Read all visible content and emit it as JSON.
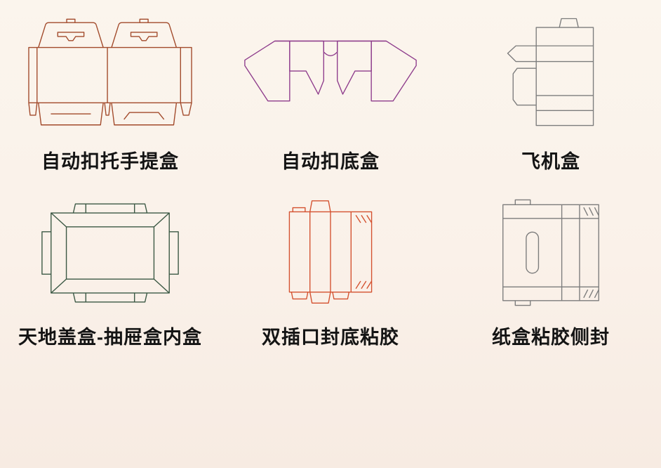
{
  "page": {
    "background_top": "#fbf5ed",
    "background_bottom": "#f7ebe2",
    "text_color": "#141414"
  },
  "items": [
    {
      "label": "自动扣托手提盒",
      "color": "#A24A2B"
    },
    {
      "label": "自动扣底盒",
      "color": "#8E3C8C"
    },
    {
      "label": "飞机盒",
      "color": "#7C7C7C"
    },
    {
      "label": "天地盖盒-抽屉盒内盒",
      "color": "#3B5844"
    },
    {
      "label": "双插口封底粘胶",
      "color": "#D4512F"
    },
    {
      "label": "纸盒粘胶侧封",
      "color": "#7C7C7C"
    }
  ]
}
